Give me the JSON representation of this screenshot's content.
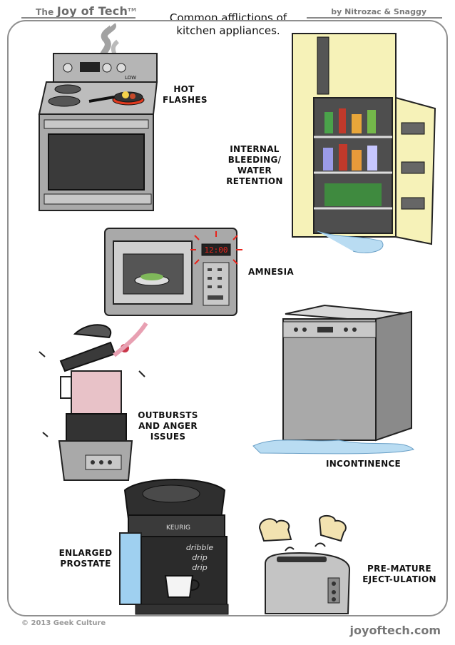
{
  "header": {
    "brand_prefix": "The",
    "brand_name": "Joy of Tech",
    "brand_tm": "TM",
    "authors": "by Nitrozac & Snaggy",
    "title_line1": "Common afflictions of",
    "title_line2": "kitchen appliances."
  },
  "stove": {
    "knob_label": "LOW",
    "caption_line1": "HOT",
    "caption_line2": "FLASHES"
  },
  "fridge": {
    "caption_line1": "INTERNAL",
    "caption_line2": "BLEEDING/",
    "caption_line3": "WATER",
    "caption_line4": "RETENTION"
  },
  "microwave": {
    "display": "12:00",
    "caption": "AMNESIA"
  },
  "blender": {
    "caption_line1": "OUTBURSTS",
    "caption_line2": "AND ANGER",
    "caption_line3": "ISSUES"
  },
  "dishwasher": {
    "caption": "INCONTINENCE"
  },
  "coffee_maker": {
    "brand": "KEURIG",
    "drip1": "dribble",
    "drip2": "drip",
    "drip3": "drip",
    "caption_line1": "ENLARGED",
    "caption_line2": "PROSTATE"
  },
  "toaster": {
    "caption_line1": "PRE-MATURE",
    "caption_line2": "EJECT-ULATION"
  },
  "footer": {
    "copyright": "© 2013 Geek Culture",
    "site": "joyoftech.com"
  },
  "colors": {
    "appliance_gray": "#a9a9a9",
    "fridge_cream": "#f6f2b8",
    "water_blue": "#b9dcf2",
    "burner_red": "#e23a1f",
    "display_red": "#e8241c"
  }
}
